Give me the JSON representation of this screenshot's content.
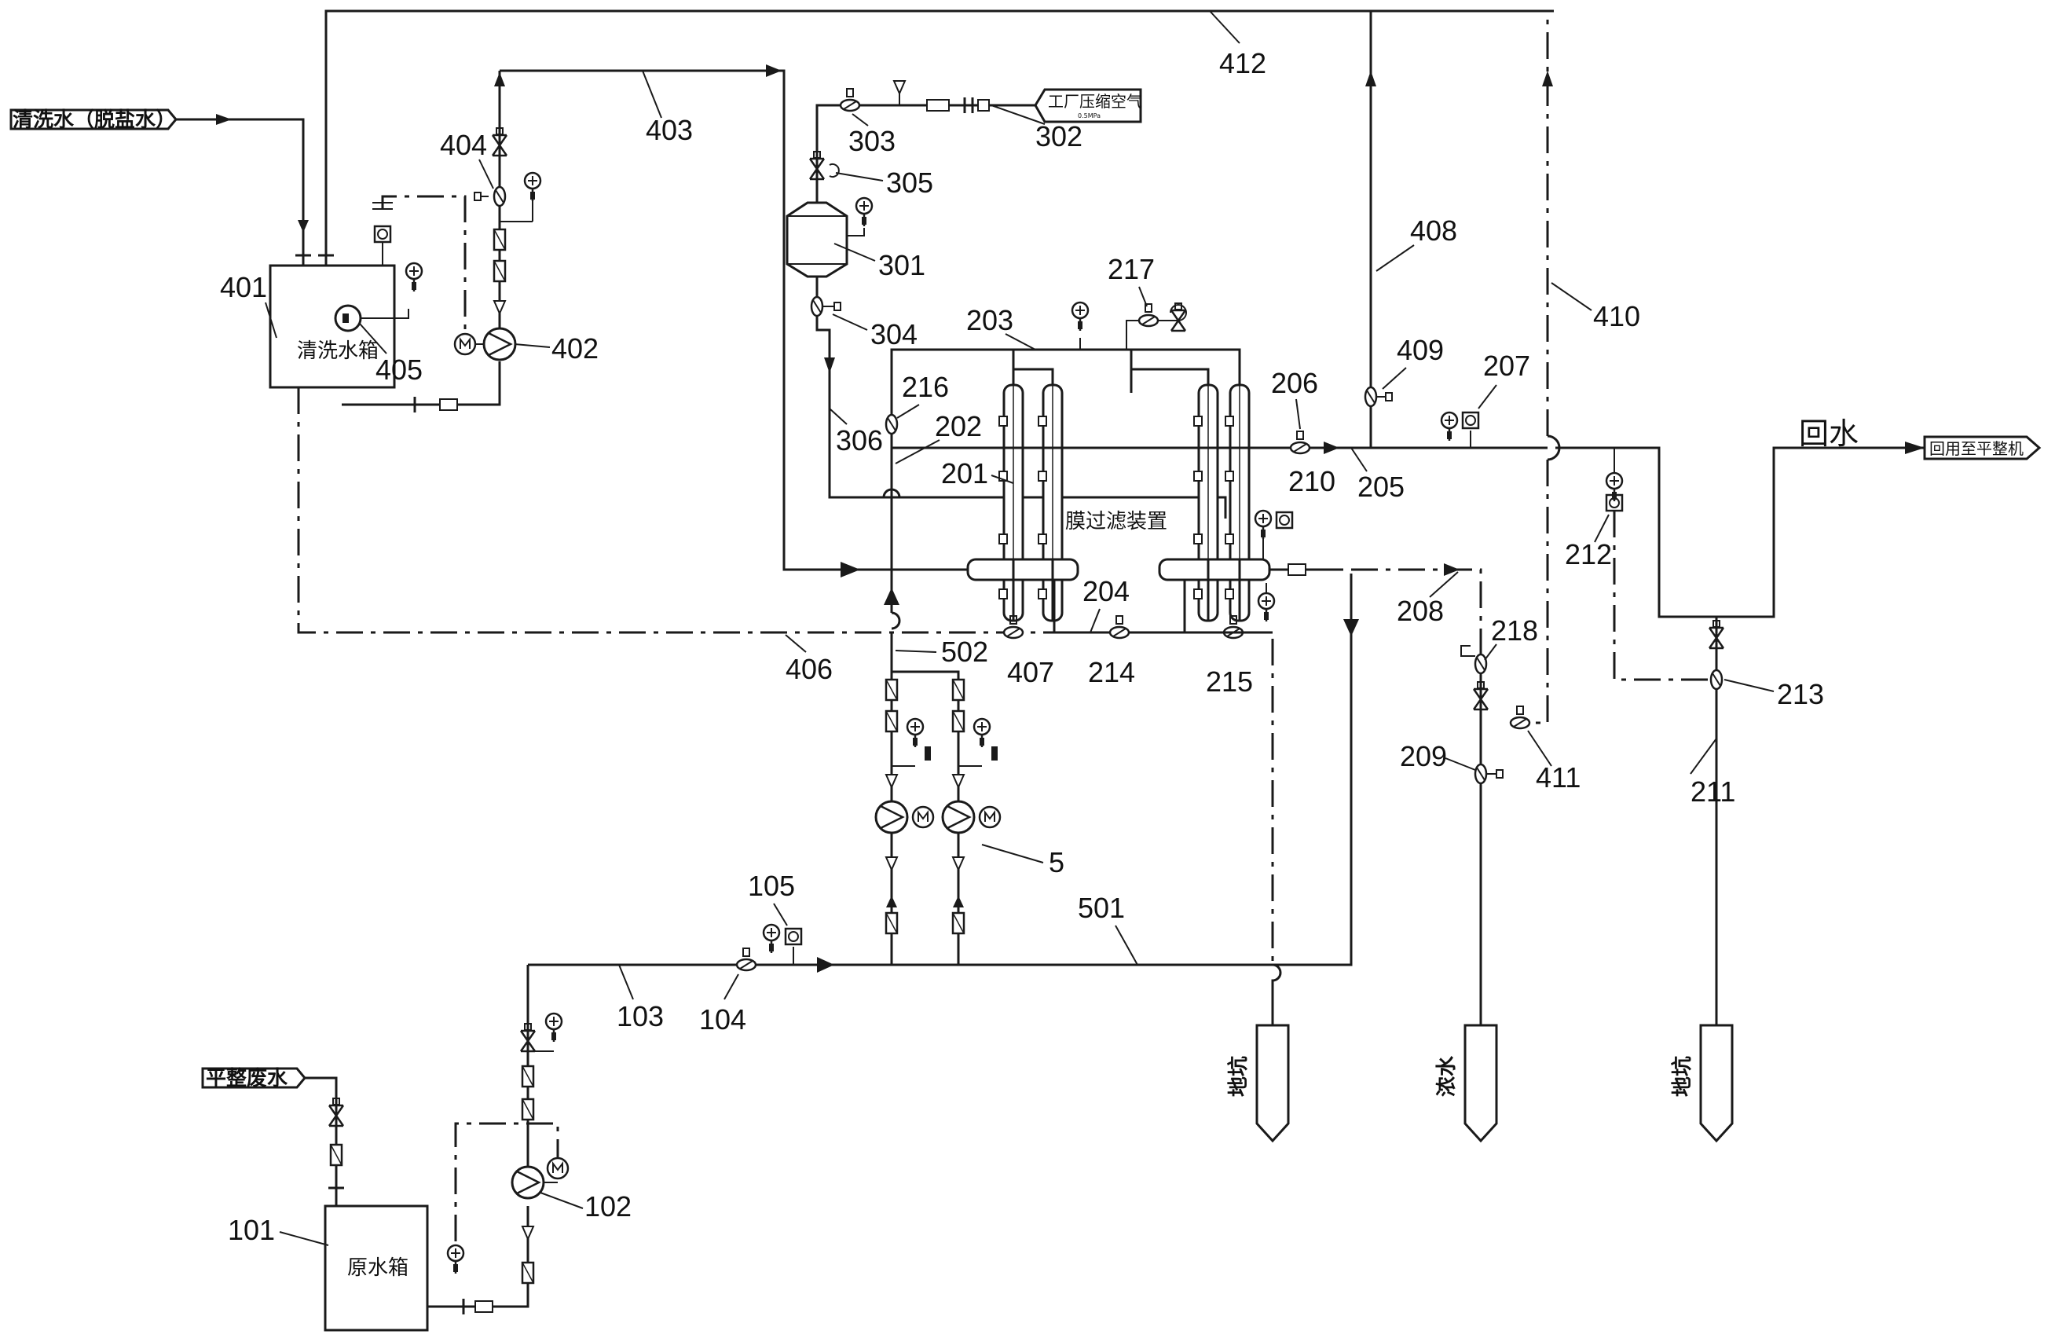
{
  "tanks": {
    "raw_tank": "原水箱",
    "clean_tank": "清洗水箱",
    "membrane": "膜过滤装置"
  },
  "flows": {
    "clean_water_in": "清洗水（脱盐水）",
    "waste_water_in": "平整废水",
    "return_water": "回水",
    "reuse_out": "回用至平整机",
    "air_supply": "工厂压缩空气",
    "air_supply_sub": "0.5MPa"
  },
  "drains": {
    "pit_1": "地坑",
    "concentrate": "浓水",
    "pit_2": "地坑"
  },
  "ref_numbers": {
    "n101": "101",
    "n102": "102",
    "n103": "103",
    "n104": "104",
    "n105": "105",
    "n201": "201",
    "n202": "202",
    "n203": "203",
    "n204": "204",
    "n205": "205",
    "n206": "206",
    "n207": "207",
    "n208": "208",
    "n209": "209",
    "n210": "210",
    "n211": "211",
    "n212": "212",
    "n213": "213",
    "n214": "214",
    "n215": "215",
    "n216": "216",
    "n217": "217",
    "n218": "218",
    "n301": "301",
    "n302": "302",
    "n303": "303",
    "n304": "304",
    "n305": "305",
    "n306": "306",
    "n401": "401",
    "n402": "402",
    "n403": "403",
    "n404": "404",
    "n405": "405",
    "n406": "406",
    "n407": "407",
    "n408": "408",
    "n409": "409",
    "n410": "410",
    "n411": "411",
    "n412": "412",
    "n5": "5",
    "n501": "501",
    "n502": "502"
  }
}
